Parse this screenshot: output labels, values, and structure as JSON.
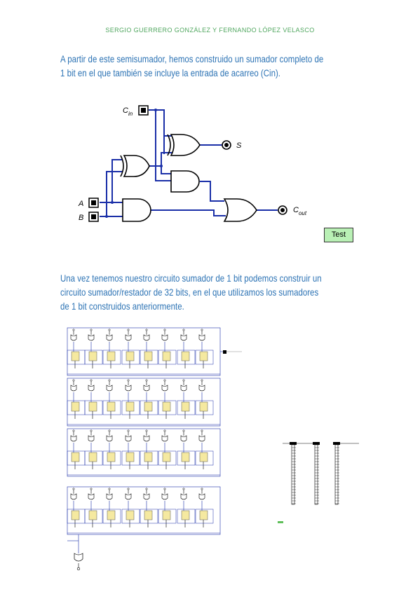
{
  "header": {
    "text": "SERGIO GUERRERO GONZÁLEZ Y FERNANDO LÓPEZ VELASCO"
  },
  "paragraphs": {
    "p1_line1": "A partir de este semisumador, hemos construido un sumador completo de",
    "p1_line2": "1 bit en el que también se incluye la entrada de acarreo (Cin).",
    "p2_line1": "Una vez tenemos nuestro circuito sumador de 1 bit podemos construir un",
    "p2_line2": "circuito sumador/restador de 32 bits, en el que utilizamos los sumadores",
    "p2_line3": "de 1 bit construidos anteriormente."
  },
  "circuit1": {
    "label_cin_main": "C",
    "label_cin_sub": "in",
    "label_a": "A",
    "label_b": "B",
    "label_s": "S",
    "label_cout_main": "C",
    "label_cout_sub": "out",
    "test_button": "Test"
  },
  "colors": {
    "header": "#4fa65e",
    "text": "#2e74b5",
    "wire": "#1a2fa8",
    "test_button": "#b9f0b5"
  }
}
